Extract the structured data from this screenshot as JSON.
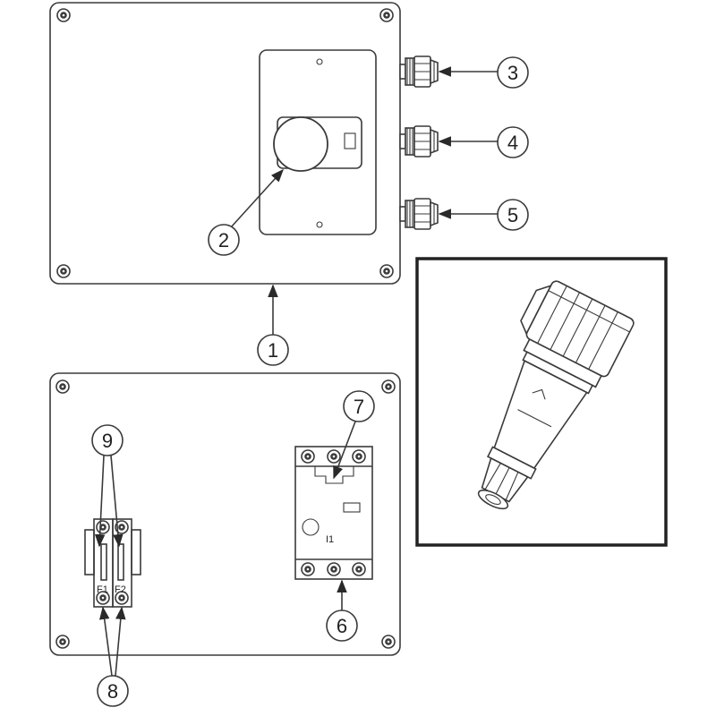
{
  "callouts": {
    "c1": "1",
    "c2": "2",
    "c3": "3",
    "c4": "4",
    "c5": "5",
    "c6": "6",
    "c7": "7",
    "c8": "8",
    "c9": "9"
  },
  "labels": {
    "fuse1": "F1",
    "fuse2": "F2",
    "breaker": "I1"
  }
}
